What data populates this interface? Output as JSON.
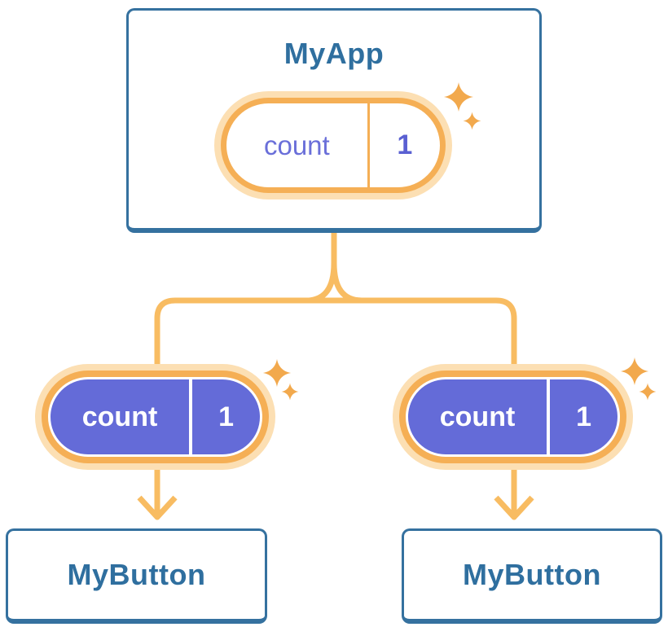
{
  "root_card": {
    "title": "MyApp",
    "pill": {
      "label": "count",
      "value": "1"
    }
  },
  "branches": {
    "left": {
      "pill": {
        "label": "count",
        "value": "1"
      },
      "card": {
        "title": "MyButton"
      }
    },
    "right": {
      "pill": {
        "label": "count",
        "value": "1"
      },
      "card": {
        "title": "MyButton"
      }
    }
  },
  "colors": {
    "card_border": "#35719F",
    "title_text": "#2F6F9F",
    "connector_orange": "#F8BC62",
    "pill_ring_orange": "#F5AF55",
    "pill_halo_orange": "#FCDFB3",
    "sparkle_orange": "#F2A94D",
    "prop_pill_purple": "#646BD8",
    "state_text_purple": "#6A6FD9",
    "background": "#FFFFFF"
  }
}
